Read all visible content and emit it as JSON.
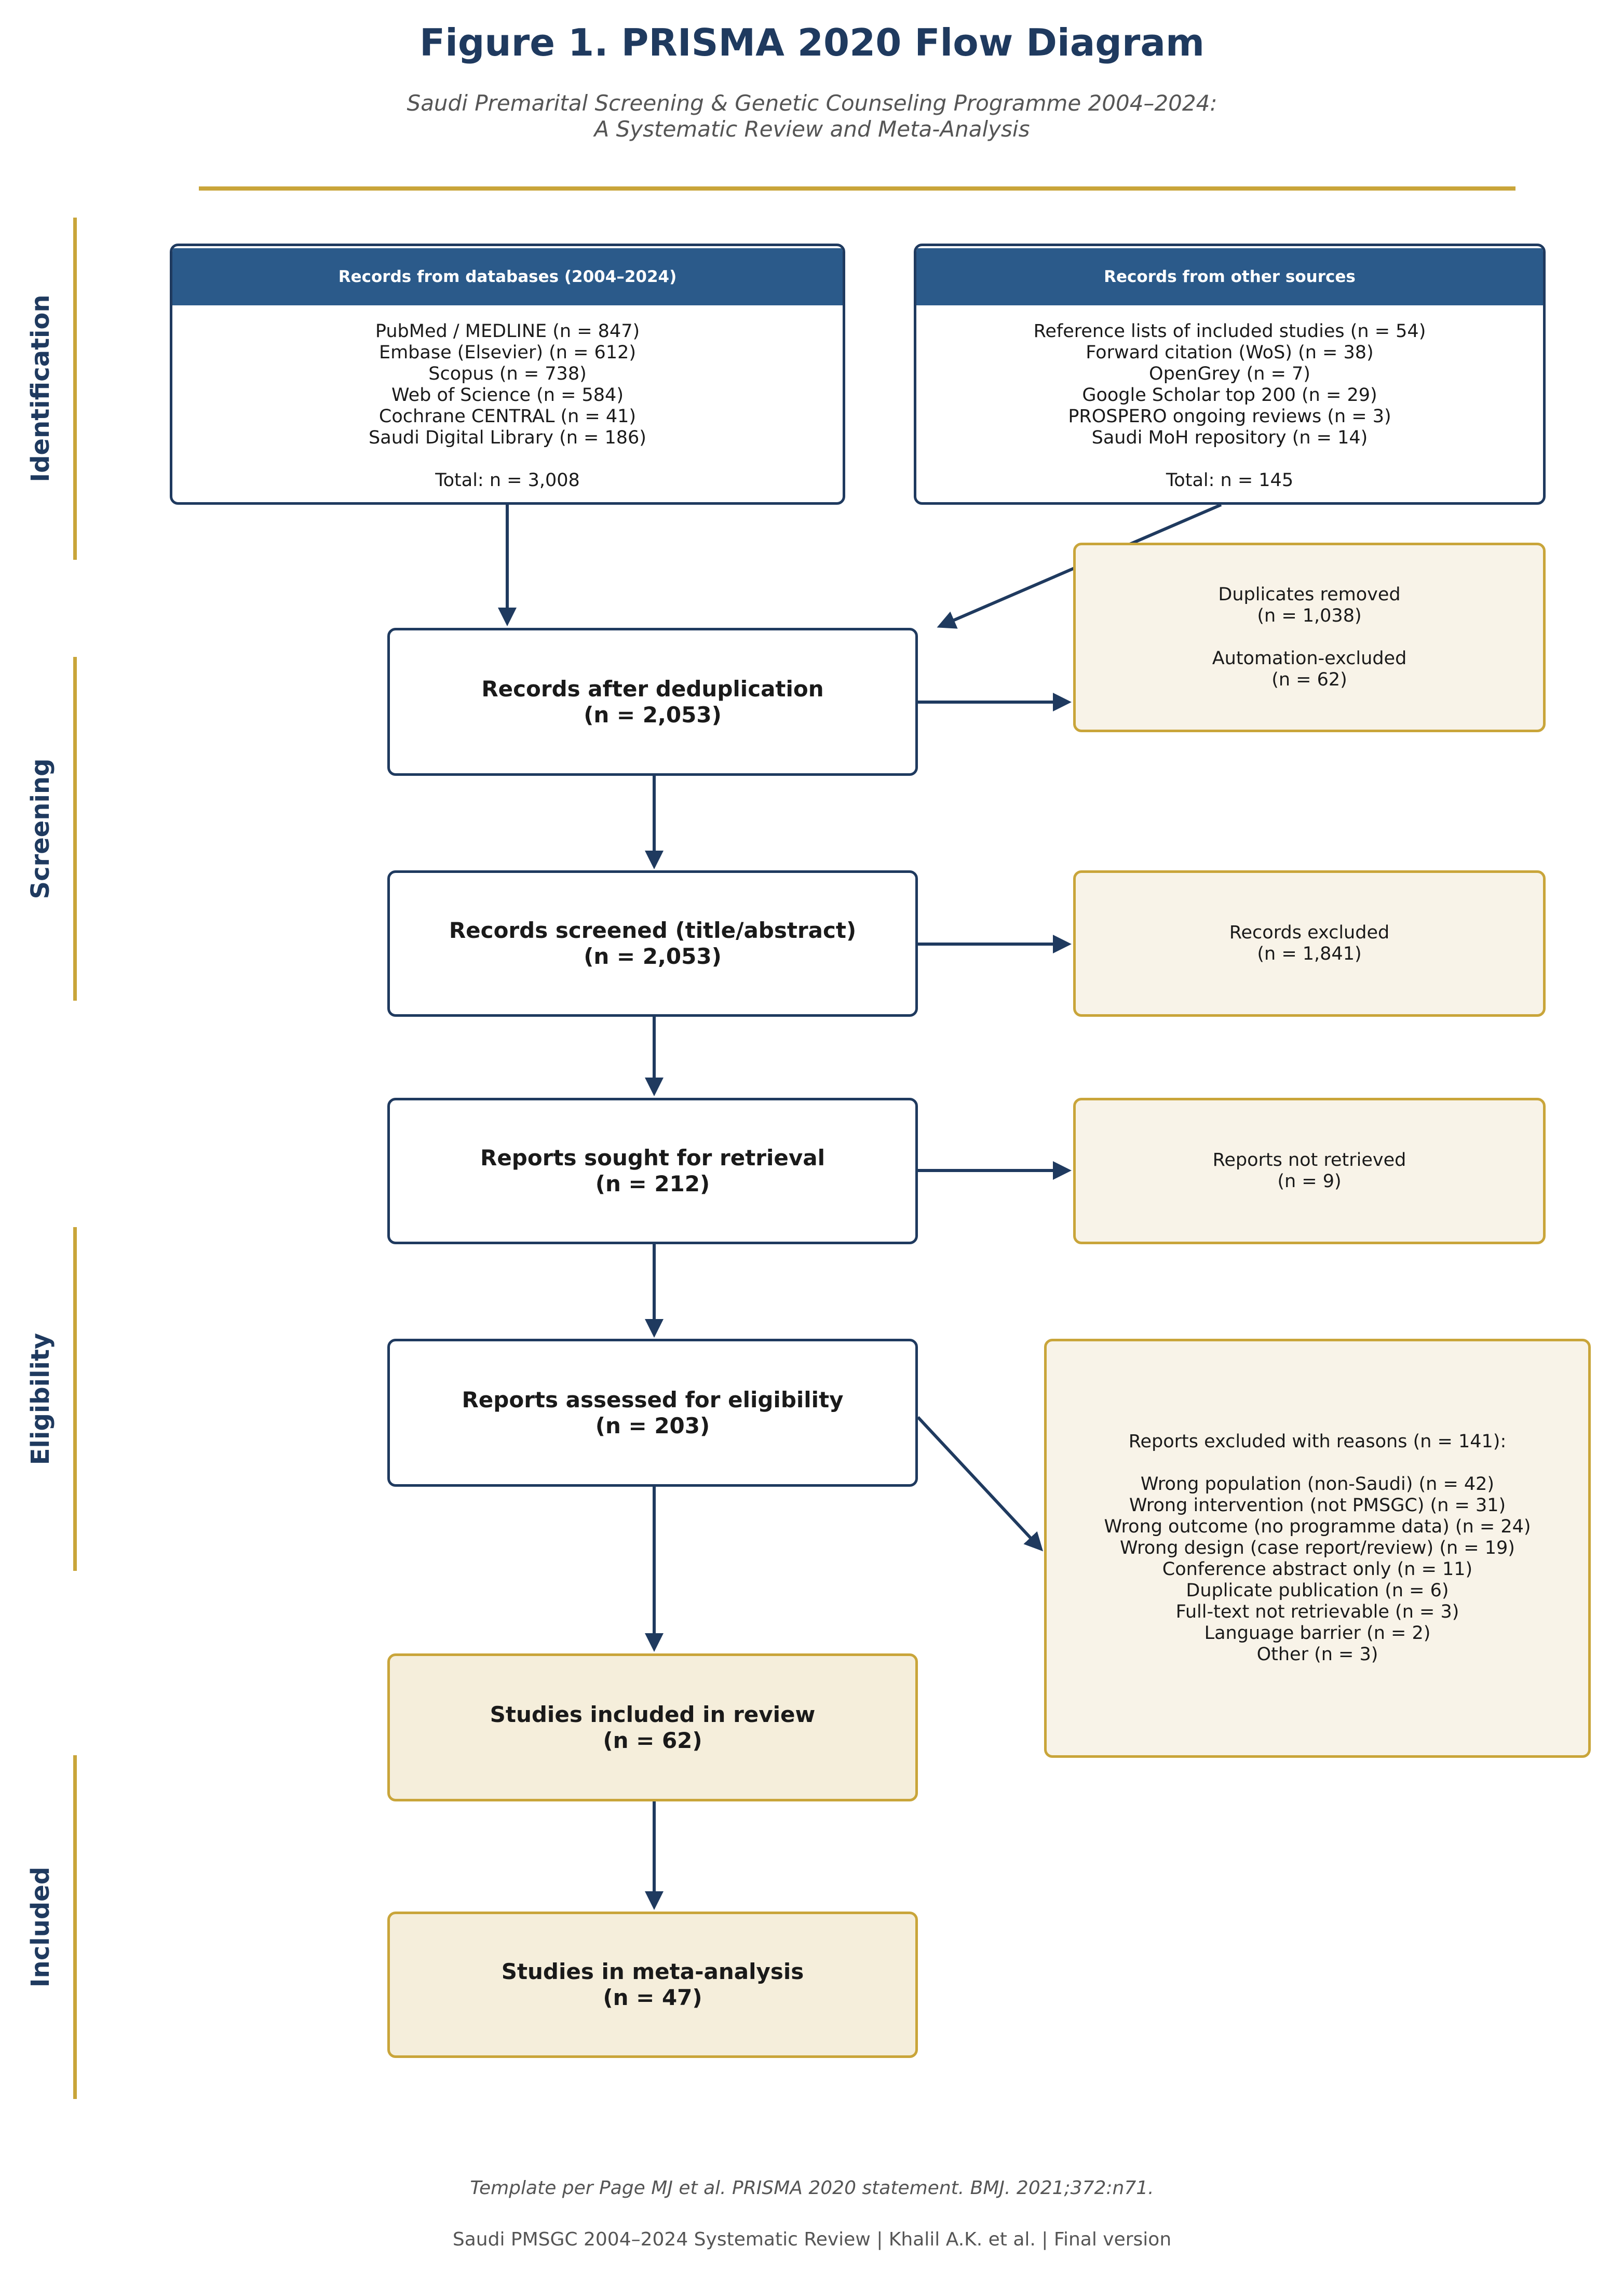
{
  "title": "Figure 1. PRISMA 2020 Flow Diagram",
  "subtitle": [
    "Saudi Premarital Screening & Genetic Counseling Programme 2004–2024:",
    "A Systematic Review and Meta-Analysis"
  ],
  "phases": [
    "Identification",
    "Screening",
    "Eligibility",
    "Included"
  ],
  "colors": {
    "navy": "#1f3a5f",
    "header_blue": "#2b5a8a",
    "gold": "#c9a53a",
    "exclusion_fill": "#f8f3e8",
    "included_fill": "#f5eedb"
  },
  "identification": {
    "databases": {
      "header": "Records from databases (2004–2024)",
      "items": [
        "PubMed / MEDLINE  (n = 847)",
        "Embase (Elsevier)  (n = 612)",
        "Scopus  (n = 738)",
        "Web of Science  (n = 584)",
        "Cochrane CENTRAL  (n = 41)",
        "Saudi Digital Library  (n = 186)"
      ],
      "total": "Total:  n = 3,008"
    },
    "other": {
      "header": "Records from other sources",
      "items": [
        "Reference lists of included studies  (n = 54)",
        "Forward citation (WoS)  (n = 38)",
        "OpenGrey  (n = 7)",
        "Google Scholar top 200  (n = 29)",
        "PROSPERO ongoing reviews  (n = 3)",
        "Saudi MoH repository  (n = 14)"
      ],
      "total": "Total:  n = 145"
    }
  },
  "flow": {
    "dedup": {
      "label": "Records after deduplication",
      "n": "(n = 2,053)"
    },
    "screened": {
      "label": "Records screened (title/abstract)",
      "n": "(n = 2,053)"
    },
    "sought": {
      "label": "Reports sought for retrieval",
      "n": "(n = 212)"
    },
    "assessed": {
      "label": "Reports assessed for eligibility",
      "n": "(n = 203)"
    },
    "included": {
      "label": "Studies included in review",
      "n": "(n = 62)"
    },
    "meta": {
      "label": "Studies in meta-analysis",
      "n": "(n = 47)"
    }
  },
  "exclusions": {
    "duplicates": {
      "label": "Duplicates removed",
      "n": "(n = 1,038)",
      "label2": "Automation-excluded",
      "n2": "(n = 62)"
    },
    "screen_excluded": {
      "label": "Records excluded",
      "n": "(n = 1,841)"
    },
    "not_retrieved": {
      "label": "Reports not retrieved",
      "n": "(n = 9)"
    },
    "reasons": {
      "heading": "Reports excluded with reasons (n = 141):",
      "items": [
        "Wrong population (non-Saudi)  (n = 42)",
        "Wrong intervention (not PMSGC)  (n = 31)",
        "Wrong outcome (no programme data)  (n = 24)",
        "Wrong design (case report/review)  (n = 19)",
        "Conference abstract only  (n = 11)",
        "Duplicate publication  (n = 6)",
        "Full-text not retrievable  (n = 3)",
        "Language barrier  (n = 2)",
        "Other  (n = 3)"
      ]
    }
  },
  "footer": {
    "citation": "Template per Page MJ et al. PRISMA 2020 statement. BMJ. 2021;372:n71.",
    "credit": "Saudi PMSGC 2004–2024 Systematic Review  |  Khalil A.K. et al.  |  Final version"
  }
}
